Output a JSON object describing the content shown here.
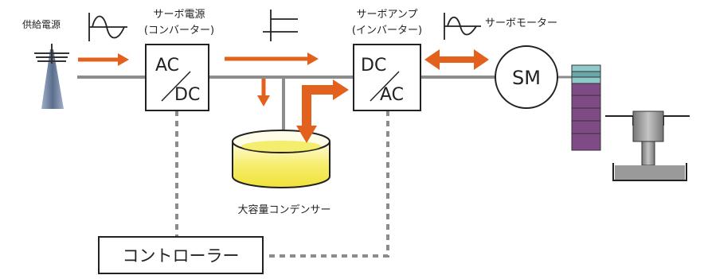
{
  "labels": {
    "power_supply": "供給電源",
    "servo_power_line1": "サーボ電源",
    "servo_power_line2": "(コンバーター)",
    "servo_amp_line1": "サーボアンプ",
    "servo_amp_line2": "(インバーター)",
    "servo_motor": "サーボモーター",
    "capacitor": "大容量コンデンサー",
    "controller": "コントローラー"
  },
  "converter": {
    "top": "AC",
    "bottom": "DC"
  },
  "inverter": {
    "top": "DC",
    "bottom": "AC"
  },
  "motor": {
    "label": "SM"
  },
  "colors": {
    "arrow": "#e2621d",
    "line": "#8c8c8c",
    "dash": "#8c8c8c",
    "capacitor_fill": "#f3e84f",
    "gear_top": "#8fc9c9",
    "gear_body": "#7f4b86",
    "press": "#9a9a9a"
  }
}
